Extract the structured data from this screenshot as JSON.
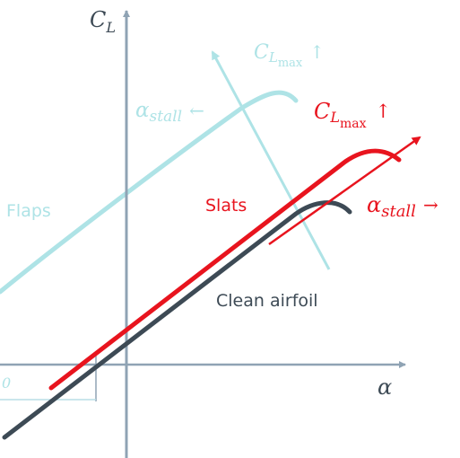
{
  "colors": {
    "axis": "#8fa3b4",
    "clean": "#3d4a55",
    "slats": "#e8141e",
    "flaps": "#aee3e6"
  },
  "labels": {
    "axis_y_main": "C",
    "axis_y_sub": "L",
    "axis_x": "α",
    "flaps": "Flaps",
    "slats": "Slats",
    "clean": "Clean airfoil",
    "flaps_clmax_main": "C",
    "flaps_clmax_sub": "L",
    "flaps_clmax_subsub": "max",
    "flaps_clmax_arrow": "↑",
    "flaps_astall_main": "α",
    "flaps_astall_sub": "stall",
    "flaps_astall_arrow": "←",
    "slats_clmax_main": "C",
    "slats_clmax_sub": "L",
    "slats_clmax_subsub": "max",
    "slats_clmax_arrow": "↑",
    "slats_astall_main": "α",
    "slats_astall_sub": "stall",
    "slats_astall_arrow": "→",
    "alpha0_tail": "0"
  }
}
